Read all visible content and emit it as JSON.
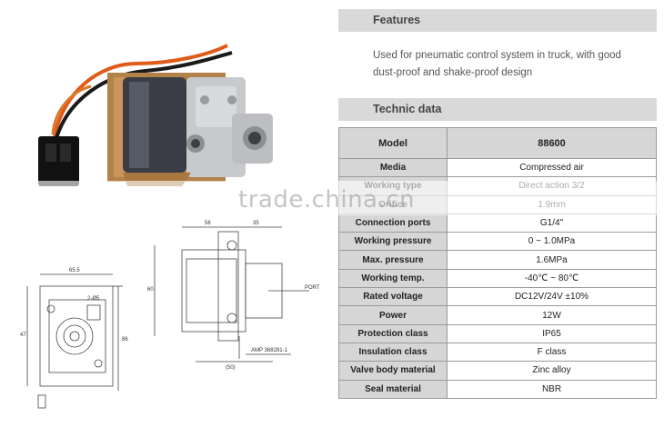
{
  "features": {
    "heading": "Features",
    "text": "Used for pneumatic control system in truck, with good dust-proof and shake-proof design"
  },
  "technic": {
    "heading": "Technic data"
  },
  "spec_table": {
    "header_key": "Model",
    "header_value": "88600",
    "rows": [
      {
        "key": "Media",
        "value": "Compressed air"
      },
      {
        "key": "Working type",
        "value": "Direct action 3/2"
      },
      {
        "key": "Orifice",
        "value": "1.9mm"
      },
      {
        "key": "Connection ports",
        "value": "G1/4\""
      },
      {
        "key": "Working pressure",
        "value": "0 ~ 1.0MPa"
      },
      {
        "key": "Max. pressure",
        "value": "1.6MPa"
      },
      {
        "key": "Working temp.",
        "value": "-40℃ ~ 80℃"
      },
      {
        "key": "Rated voltage",
        "value": "DC12V/24V  ±10%"
      },
      {
        "key": "Power",
        "value": "12W"
      },
      {
        "key": "Protection class",
        "value": "IP65"
      },
      {
        "key": "Insulation class",
        "value": "F class"
      },
      {
        "key": "Valve body material",
        "value": "Zinc alloy"
      },
      {
        "key": "Seal material",
        "value": "NBR"
      }
    ]
  },
  "drawing_labels": {
    "dim_56": "56",
    "dim_35": "35",
    "dim_65_5": "65.5",
    "dim_47": "47",
    "dim_60": "60",
    "dim_86": "86",
    "dim_50": "(50)",
    "port": "PORT",
    "amp": "AMP 368281-1",
    "hole": "2-Ø5"
  },
  "watermark": "trade.china.cn"
}
